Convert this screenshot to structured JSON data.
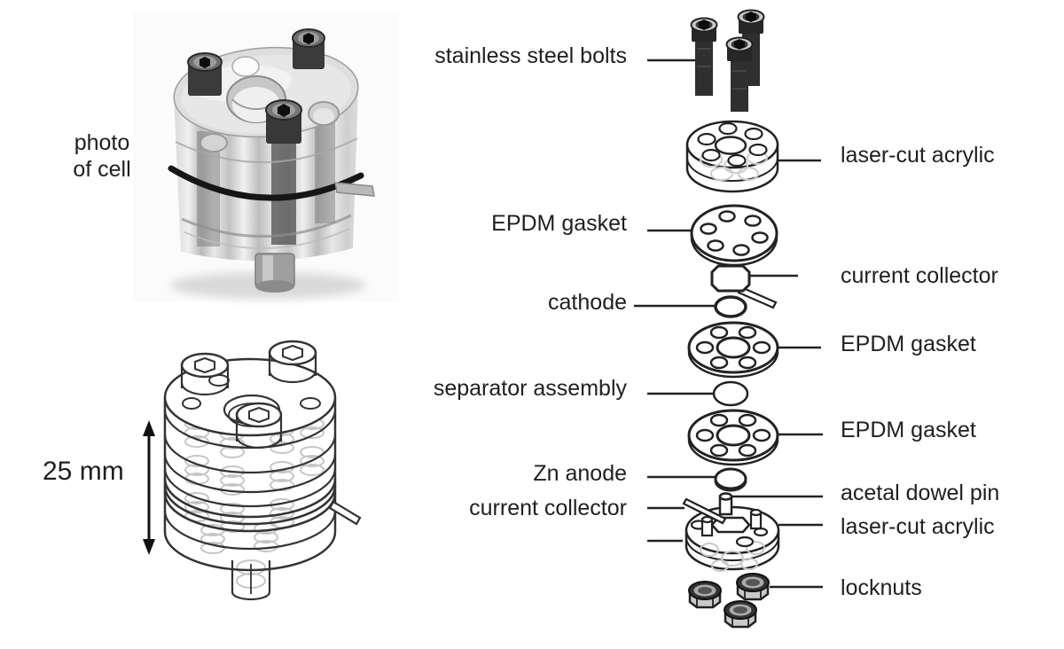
{
  "figure": {
    "ink_color": "#222222",
    "ghost_color": "#c6c6c6",
    "photo_label": {
      "line1": "photo",
      "line2": "of cell"
    },
    "scale_label": "25 mm",
    "parts": {
      "bolts": "stainless steel bolts",
      "acrylic_top": "laser-cut acrylic",
      "gasket_top": "EPDM gasket",
      "collector_top": "current collector",
      "cathode": "cathode",
      "gasket_mid": "EPDM gasket",
      "separator": "separator assembly",
      "gasket_bottom": "EPDM gasket",
      "anode": "Zn anode",
      "dowel_pin": "acetal dowel pin",
      "collector_bottom": "current collector",
      "acrylic_bottom": "laser-cut acrylic",
      "locknuts": "locknuts"
    }
  }
}
